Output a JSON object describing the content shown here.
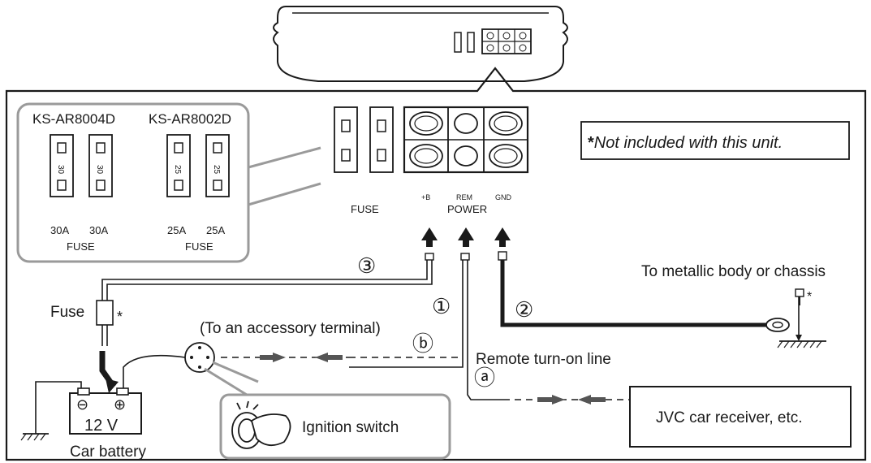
{
  "fuse_panel": {
    "model_4ch": "KS-AR8004D",
    "model_2ch": "KS-AR8002D",
    "fuse_values": [
      "30",
      "30",
      "25",
      "25"
    ],
    "amp_labels": [
      "30A",
      "30A",
      "25A",
      "25A"
    ],
    "fuse_caption": "FUSE"
  },
  "terminals": {
    "fuse_label": "FUSE",
    "plus_b": "+B",
    "rem": "REM",
    "gnd": "GND",
    "power": "POWER"
  },
  "note": {
    "asterisk": "*",
    "text": "Not included with this unit."
  },
  "steps": {
    "step1": "①",
    "step2": "②",
    "step3": "③",
    "step_a": "ⓐ",
    "step_b": "ⓑ"
  },
  "labels": {
    "metallic_body": "To metallic body or chassis",
    "fuse": "Fuse",
    "fuse_star": "*",
    "screw_star": "*",
    "accessory": "(To an accessory terminal)",
    "remote_line": "Remote turn-on line",
    "ignition": "Ignition switch",
    "receiver": "JVC car receiver, etc.",
    "battery_voltage": "12 V",
    "battery": "Car battery",
    "minus": "⊖",
    "plus": "⊕"
  }
}
